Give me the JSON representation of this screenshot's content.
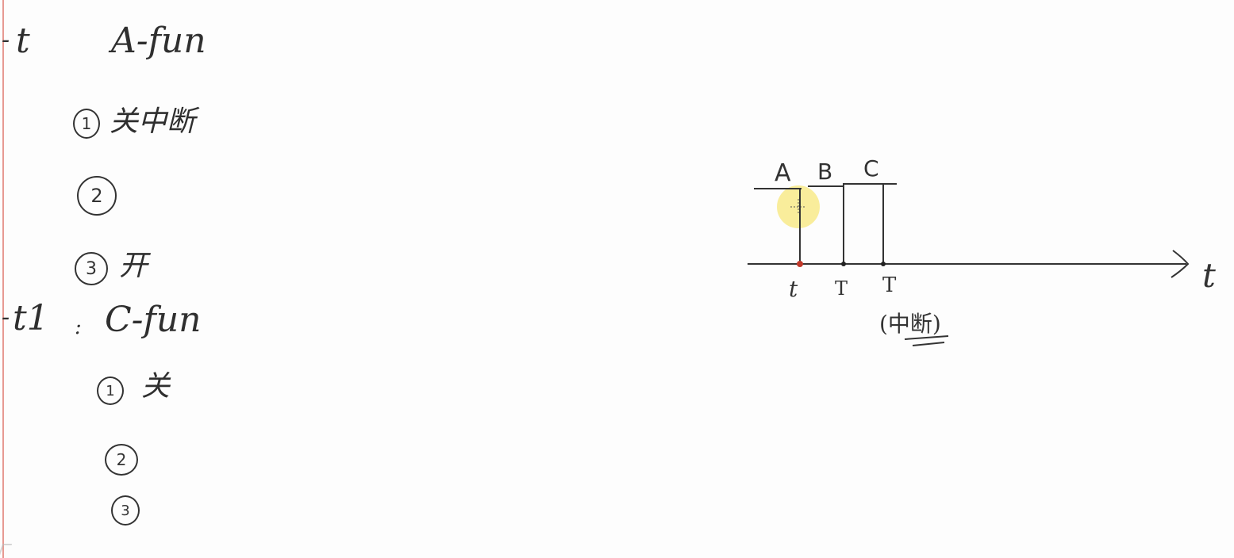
{
  "notes": {
    "block1": {
      "time_label": "t",
      "function_label": "A-fun",
      "steps": [
        {
          "number": "1",
          "text": "关中断"
        },
        {
          "number": "2",
          "text": ""
        },
        {
          "number": "3",
          "text": "开"
        }
      ]
    },
    "block2": {
      "time_label": "t1",
      "function_label": "C-fun",
      "steps": [
        {
          "number": "1",
          "text": "关"
        },
        {
          "number": "2",
          "text": ""
        },
        {
          "number": "3",
          "text": ""
        }
      ]
    }
  },
  "timeline": {
    "segment_labels": [
      "A",
      "B",
      "C"
    ],
    "tick_labels": [
      "t",
      "T",
      "T"
    ],
    "axis_label": "t",
    "annotation": "(中断)"
  },
  "colors": {
    "margin": "#e79a92",
    "ink": "#2f2f2f",
    "cursor_highlight": "#f7e77a",
    "marker_red": "#c0392b"
  }
}
